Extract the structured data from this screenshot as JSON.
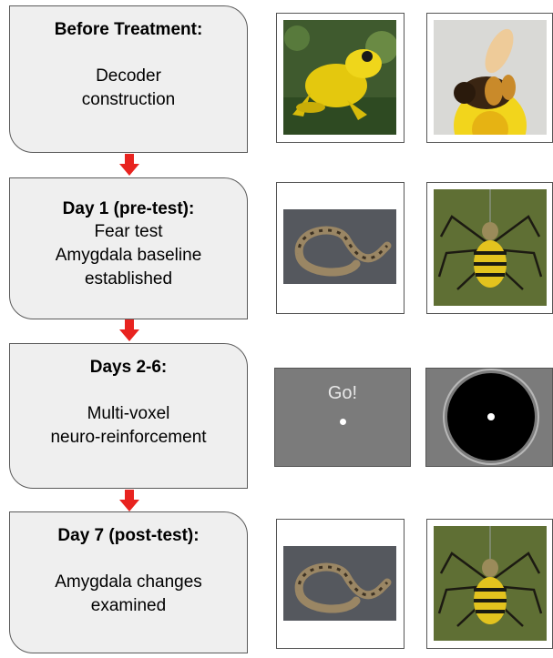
{
  "stages": [
    {
      "title": "Before Treatment:",
      "lines": [
        "",
        "Decoder",
        "construction"
      ]
    },
    {
      "title": "Day 1 (pre-test):",
      "lines": [
        "Fear test",
        "Amygdala  baseline",
        "established"
      ]
    },
    {
      "title": "Days 2-6:",
      "lines": [
        "",
        "Multi-voxel",
        "neuro-reinforcement"
      ]
    },
    {
      "title": "Day 7 (post-test):",
      "lines": [
        "",
        "Amygdala changes",
        "examined"
      ]
    }
  ],
  "images": {
    "row1": [
      "frog-photo",
      "bee-photo"
    ],
    "row2": [
      "snake-photo",
      "spider-photo"
    ],
    "row3": [
      "go-screen",
      "feedback-disc"
    ],
    "row4": [
      "snake-photo",
      "spider-photo"
    ]
  },
  "go_screen": {
    "label": "Go!"
  },
  "colors": {
    "arrow": "#e8231f",
    "box_fill": "#efefef",
    "panel_gray": "#7b7b7b"
  }
}
